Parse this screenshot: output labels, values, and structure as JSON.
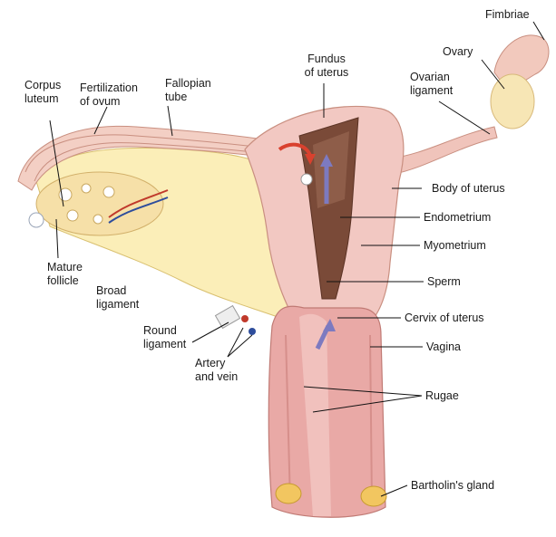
{
  "labels": {
    "fimbriae": "Fimbriae",
    "ovary": "Ovary",
    "ovarian_ligament_1": "Ovarian",
    "ovarian_ligament_2": "ligament",
    "fundus_1": "Fundus",
    "fundus_2": "of uterus",
    "corpus_luteum_1": "Corpus",
    "corpus_luteum_2": "luteum",
    "fertilization_1": "Fertilization",
    "fertilization_2": "of ovum",
    "fallopian_1": "Fallopian",
    "fallopian_2": "tube",
    "body_of_uterus": "Body of uterus",
    "endometrium": "Endometrium",
    "myometrium": "Myometrium",
    "sperm": "Sperm",
    "mature_follicle_1": "Mature",
    "mature_follicle_2": "follicle",
    "broad_ligament_1": "Broad",
    "broad_ligament_2": "ligament",
    "cervix": "Cervix of uterus",
    "round_ligament_1": "Round",
    "round_ligament_2": "ligament",
    "vagina": "Vagina",
    "artery_vein_1": "Artery",
    "artery_vein_2": "and vein",
    "rugae": "Rugae",
    "bartholins_gland": "Bartholin's gland"
  }
}
